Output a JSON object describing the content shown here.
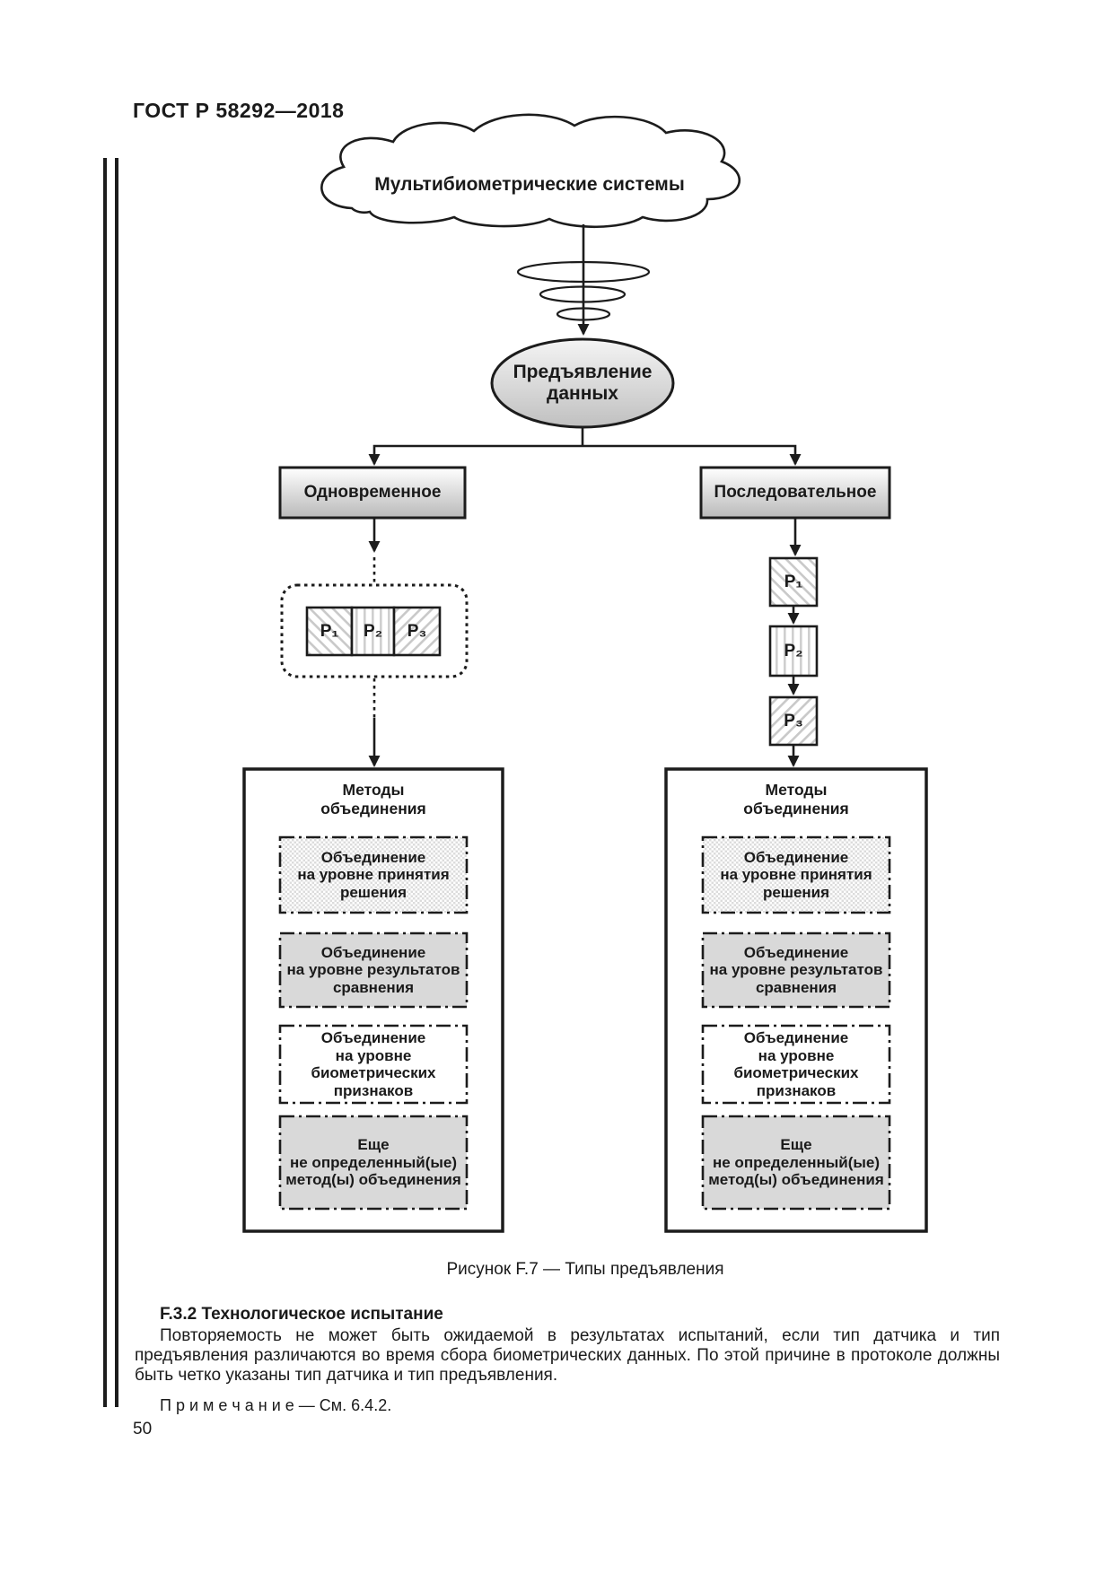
{
  "page": {
    "header": "ГОСТ Р 58292—2018",
    "page_number": "50"
  },
  "diagram": {
    "cloud_label": "Мультибиометрические системы",
    "root_label": "Предъявление\nданных",
    "left_branch_label": "Одновременное",
    "right_branch_label": "Последовательное",
    "p_labels": [
      "P₁",
      "P₂",
      "P₃"
    ],
    "methods_title": "Методы\nобъединения",
    "method_boxes": [
      "Объединение\nна уровне принятия\nрешения",
      "Объединение\nна уровне результатов\nсравнения",
      "Объединение\nна уровне\nбиометрических\nпризнаков",
      "Еще\nне определенный(ые)\nметод(ы) объединения"
    ],
    "caption": "Рисунок F.7 — Типы предъявления"
  },
  "text": {
    "section_heading": "F.3.2 Технологическое испытание",
    "paragraph": "Повторяемость не может быть ожидаемой в результатах испытаний, если тип датчика и тип предъявления различаются во время сбора биометрических данных. По этой причине в протоколе должны быть четко указаны тип датчика и тип предъявления.",
    "note": "П р и м е ч а н и е  —  См. 6.4.2."
  }
}
